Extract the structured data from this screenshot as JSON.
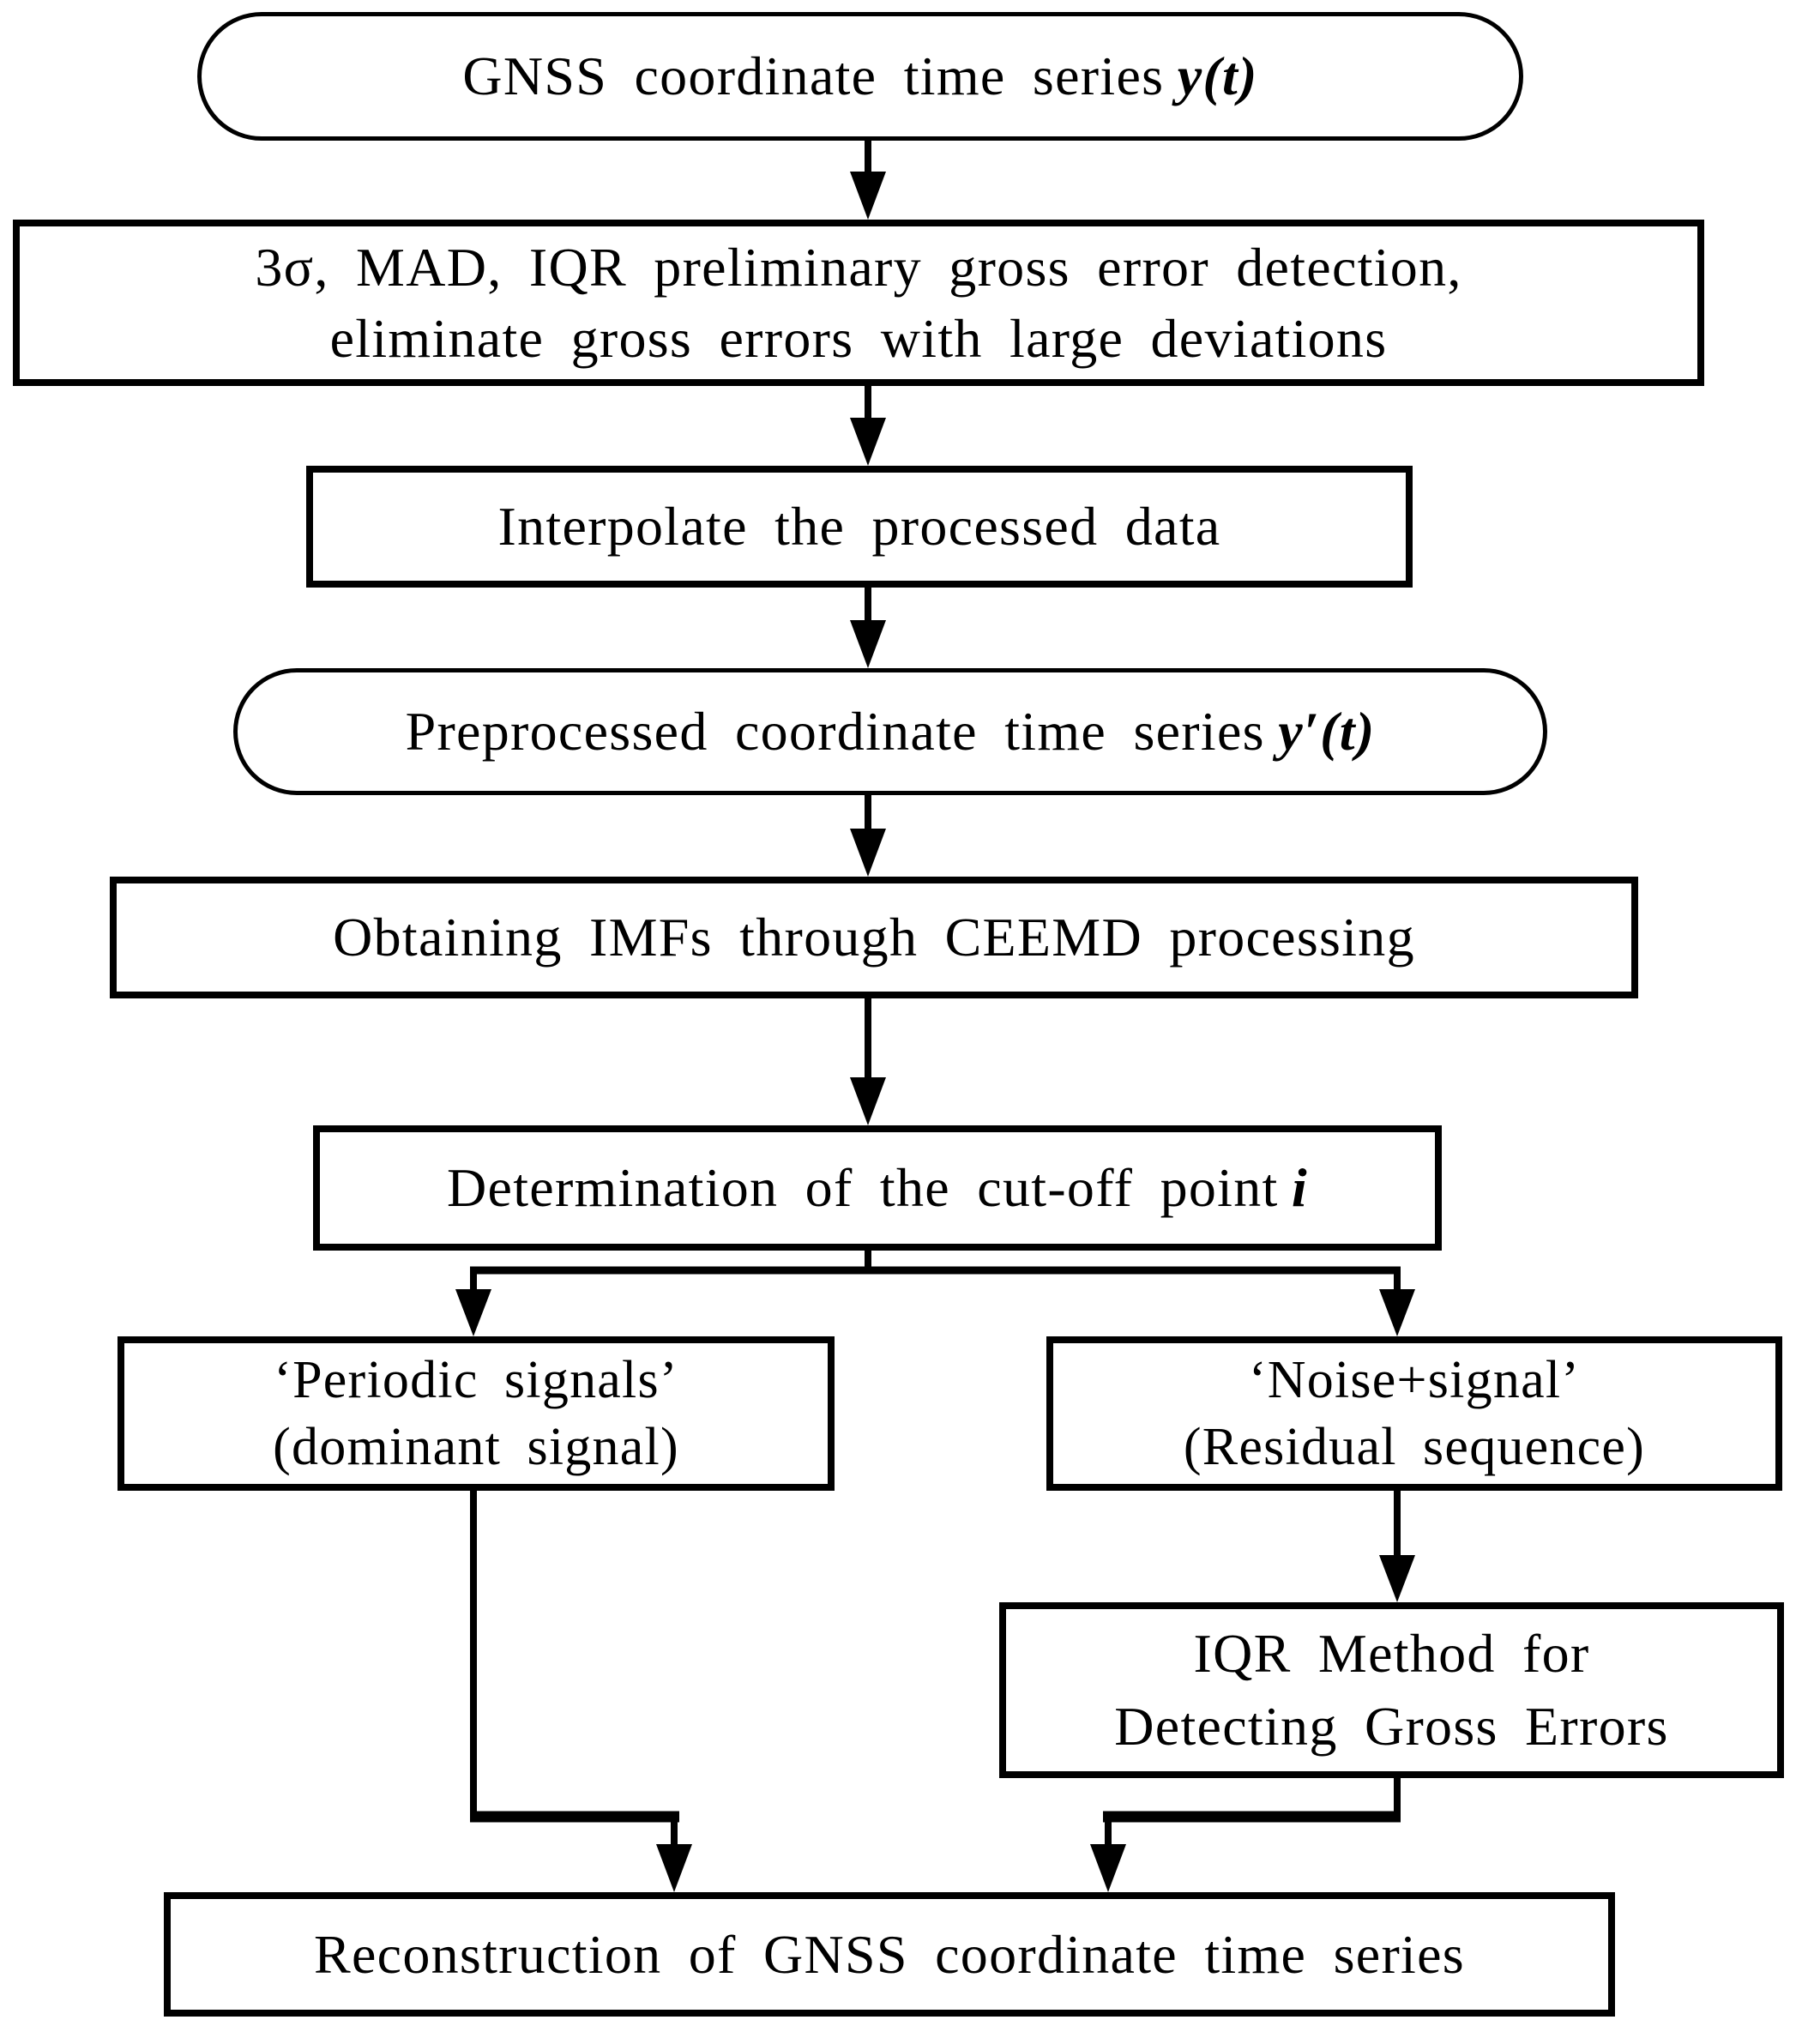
{
  "colors": {
    "background": "#ffffff",
    "node_fill": "#ffffff",
    "border": "#000000",
    "text": "#000000",
    "connector": "#000000"
  },
  "nodes": {
    "start": {
      "text": "GNSS coordinate time series",
      "math": "y(t)"
    },
    "prelim": {
      "line1": "3σ, MAD, IQR preliminary gross error detection,",
      "line2": "eliminate gross errors with large deviations"
    },
    "interpolate": {
      "text": "Interpolate the processed data"
    },
    "preprocessed": {
      "text": "Preprocessed coordinate time series",
      "math": "y′(t)"
    },
    "ceemd": {
      "text": "Obtaining IMFs through CEEMD processing"
    },
    "cutoff": {
      "text": "Determination of the cut-off point",
      "math": "i"
    },
    "periodic": {
      "line1": "‘Periodic signals’",
      "line2": "(dominant signal)"
    },
    "noise_signal": {
      "line1": "‘Noise+signal’",
      "line2": "(Residual sequence)"
    },
    "iqr_method": {
      "line1": "IQR Method for",
      "line2": "Detecting Gross Errors"
    },
    "reconstruction": {
      "text": "Reconstruction of GNSS coordinate time series"
    }
  },
  "edges": [
    {
      "from": "start",
      "to": "prelim"
    },
    {
      "from": "prelim",
      "to": "interpolate"
    },
    {
      "from": "interpolate",
      "to": "preprocessed"
    },
    {
      "from": "preprocessed",
      "to": "ceemd"
    },
    {
      "from": "ceemd",
      "to": "cutoff"
    },
    {
      "from": "cutoff",
      "to": "periodic"
    },
    {
      "from": "cutoff",
      "to": "noise_signal"
    },
    {
      "from": "noise_signal",
      "to": "iqr_method"
    },
    {
      "from": "periodic",
      "to": "reconstruction"
    },
    {
      "from": "iqr_method",
      "to": "reconstruction"
    }
  ]
}
